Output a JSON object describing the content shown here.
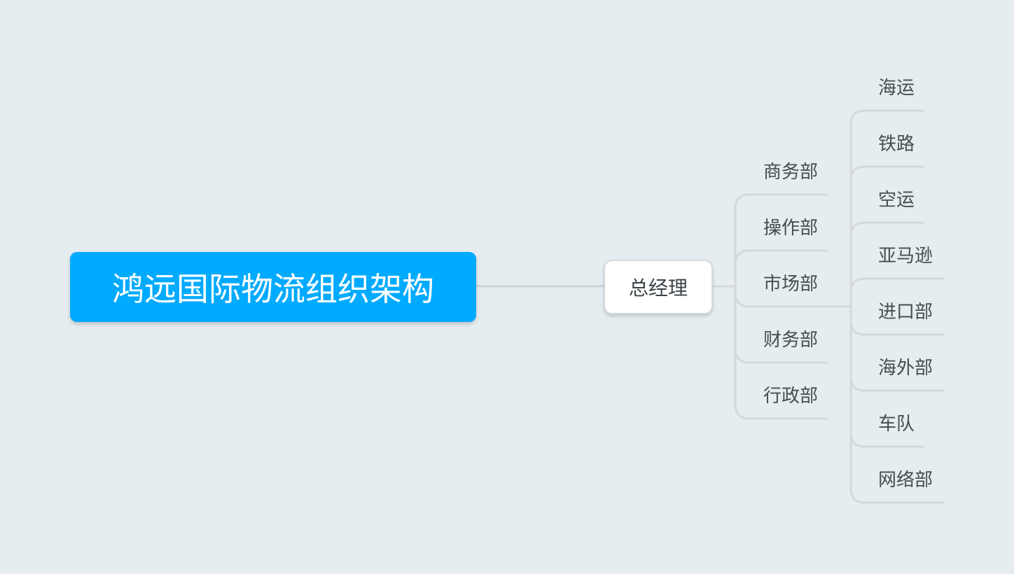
{
  "diagram": {
    "type": "mind-map",
    "background_color": "#e5edf0",
    "line_color": "#d5d9db",
    "root": {
      "label": "鸿远国际物流组织架构",
      "color": "#00aaff",
      "text_color": "#ffffff"
    },
    "general_manager": {
      "label": "总经理"
    },
    "departments": [
      {
        "label": "商务部"
      },
      {
        "label": "操作部"
      },
      {
        "label": "市场部"
      },
      {
        "label": "财务部"
      },
      {
        "label": "行政部"
      }
    ],
    "market_sub_units": [
      {
        "label": "海运"
      },
      {
        "label": "铁路"
      },
      {
        "label": "空运"
      },
      {
        "label": "亚马逊"
      },
      {
        "label": "进口部"
      },
      {
        "label": "海外部"
      },
      {
        "label": "车队"
      },
      {
        "label": "网络部"
      }
    ]
  }
}
